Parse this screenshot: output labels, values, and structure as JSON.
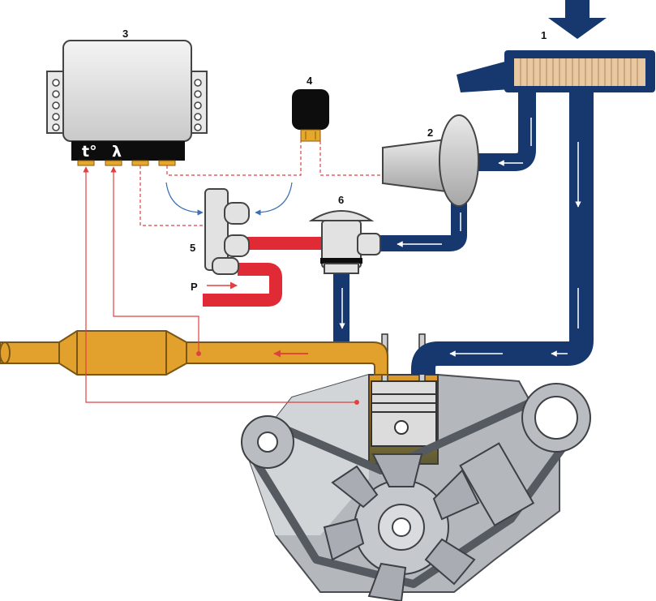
{
  "labels": {
    "air_filter": "1",
    "secondary_air_pump": "2",
    "ecu": "3",
    "solenoid_valve": "4",
    "vacuum_switch_valve": "5",
    "air_check_valve": "6",
    "pressure": "P"
  },
  "ecu": {
    "temp_symbol": "t°",
    "lambda_symbol": "λ"
  },
  "colors": {
    "fresh_air": "#16386e",
    "exhaust": "#e2a12d",
    "vacuum": "#e02a35",
    "signal": "#e04040",
    "engine_grey": "#a9adb3"
  }
}
